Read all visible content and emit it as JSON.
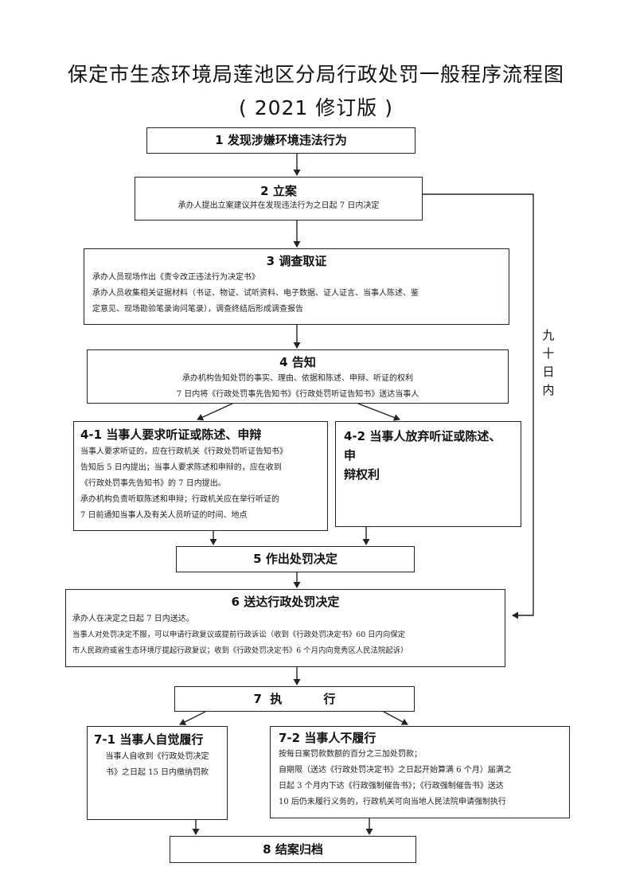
{
  "title": {
    "line1": "保定市生态环境局莲池区分局行政处罚一般程序流程图",
    "line2": "( 2021 修订版 )"
  },
  "steps": {
    "s1": {
      "head": "1  发现涉嫌环境违法行为"
    },
    "s2": {
      "head": "2  立案",
      "lines": [
        "承办人提出立案建议并在发现违法行为之日起 7 日内决定"
      ]
    },
    "s3": {
      "head": "3  调查取证",
      "lines": [
        "承办人员现场作出《责令改正违法行为决定书》",
        "承办人员收集相关证据材料（书证、物证、试听资料、电子数据、证人证言、当事人陈述、鉴",
        "定意见、现场勘验笔录询问笔录），调查终结后形成调查报告"
      ]
    },
    "s4": {
      "head": "4  告知",
      "lines": [
        "承办机构告知处罚的事实、理由、依据和陈述、申辩、听证的权利",
        "7 日内将《行政处罚事先告知书》《行政处罚听证告知书》送达当事人"
      ]
    },
    "s41": {
      "head": "4-1  当事人要求听证或陈述、申辩",
      "lines": [
        "当事人要求听证的，应在行政机关《行政处罚听证告知书》",
        "告知后 5 日内提出；当事人要求陈述和申辩的，应在收到",
        "《行政处罚事先告知书》的 7 日内提出。",
        "承办机构负责听取陈述和申辩；行政机关应在举行听证的",
        "7 日前通知当事人及有关人员听证的时间、地点"
      ]
    },
    "s42": {
      "head_line1": "4-2  当事人放弃听证或陈述、申",
      "head_line2": "辩权利"
    },
    "s5": {
      "head": "5  作出处罚决定"
    },
    "s6": {
      "head": "6  送达行政处罚决定",
      "lines": [
        "承办人在决定之日起 7 日内送达。",
        "当事人对处罚决定不服，可以申请行政复议或提前行政诉讼（收到《行政处罚决定书》60 日内向保定",
        "市人民政府或省生态环境厅提起行政复议；收到《行政处罚决定书》6 个月内向竞秀区人民法院起诉）"
      ]
    },
    "s7": {
      "head": "7  执          行"
    },
    "s71": {
      "head": "7-1  当事人自觉履行",
      "lines": [
        "当事人自收到《行政处罚决定",
        "书》之日起 15 日内缴纳罚款"
      ]
    },
    "s72": {
      "head": "7-2  当事人不履行",
      "lines": [
        "按每日案罚款数额的百分之三加处罚款；",
        "自期限（送达《行政处罚决定书》之日起开始算满 6 个月）届满之",
        "日起 3 个月内下达《行政强制催告书》；《行政强制催告书》送达",
        "10 后仍未履行义务的，行政机关可向当地人民法院申请强制执行"
      ]
    },
    "s8": {
      "head": "8  结案归档"
    }
  },
  "side_label": [
    "九",
    "十",
    "日",
    "内"
  ]
}
